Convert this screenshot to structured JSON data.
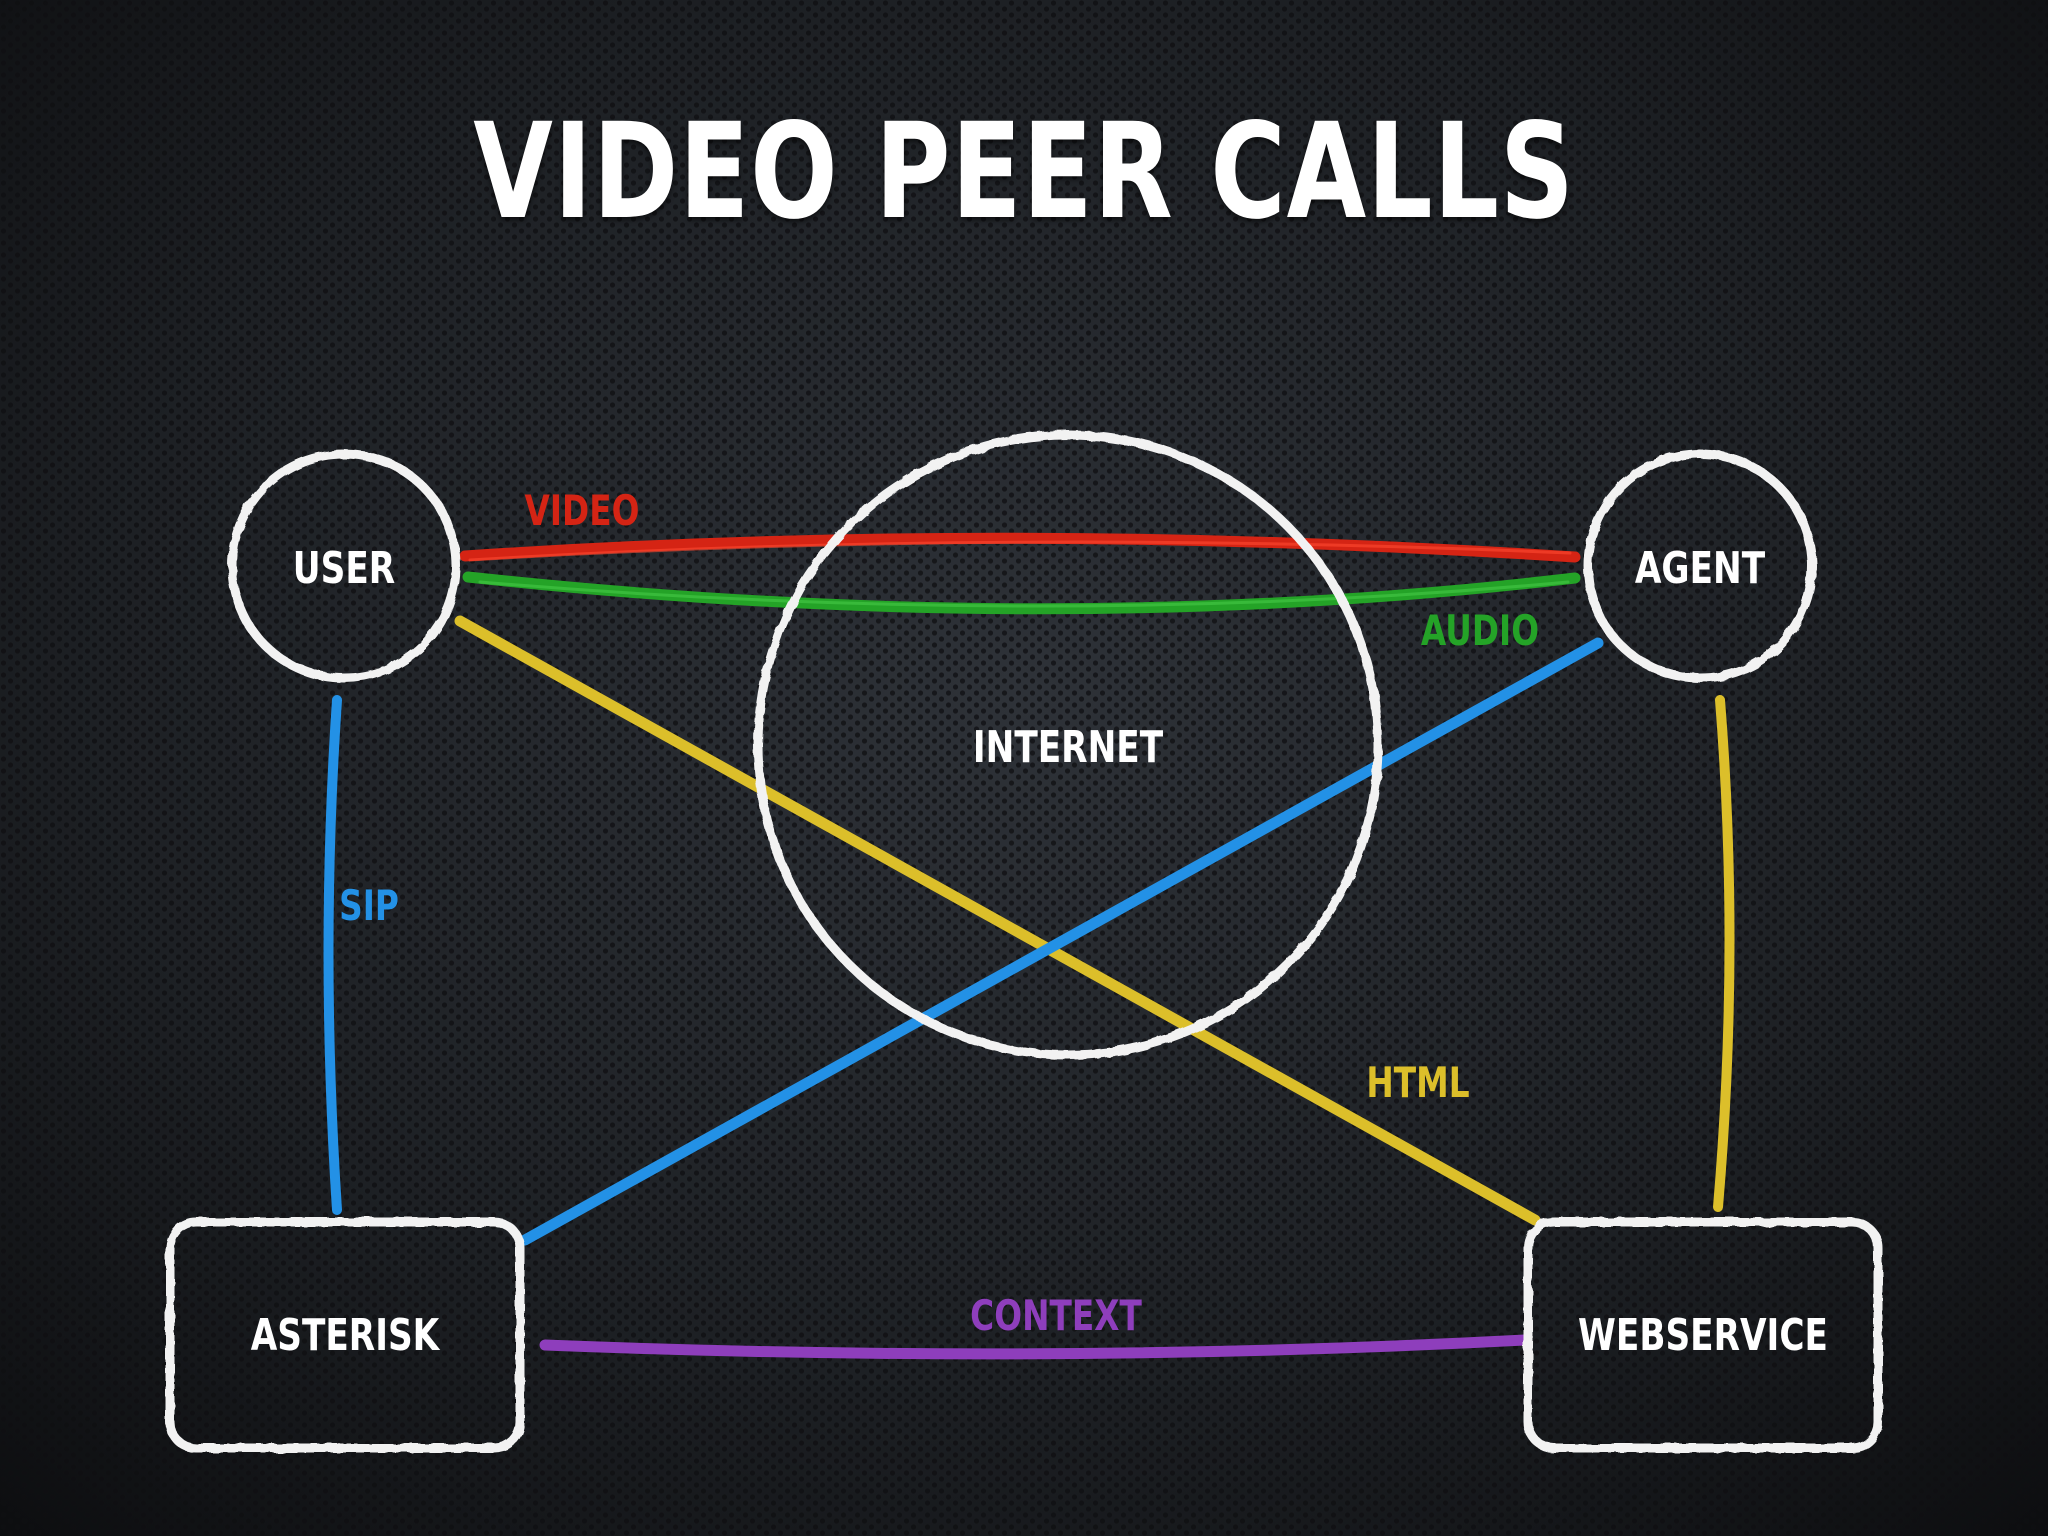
{
  "title": "VIDEO PEER CALLS",
  "nodes": {
    "user": "USER",
    "agent": "AGENT",
    "internet": "INTERNET",
    "asterisk": "ASTERISK",
    "webservice": "WEBSERVICE"
  },
  "links": {
    "video": "VIDEO",
    "audio": "AUDIO",
    "sip": "SIP",
    "html": "HTML",
    "context": "CONTEXT"
  },
  "colors": {
    "background": "#17191c",
    "outline": "#f2f2f2",
    "video": "#d52414",
    "audio": "#24a327",
    "sip": "#2391e6",
    "html": "#dcbf2a",
    "context": "#8e3ebc"
  }
}
